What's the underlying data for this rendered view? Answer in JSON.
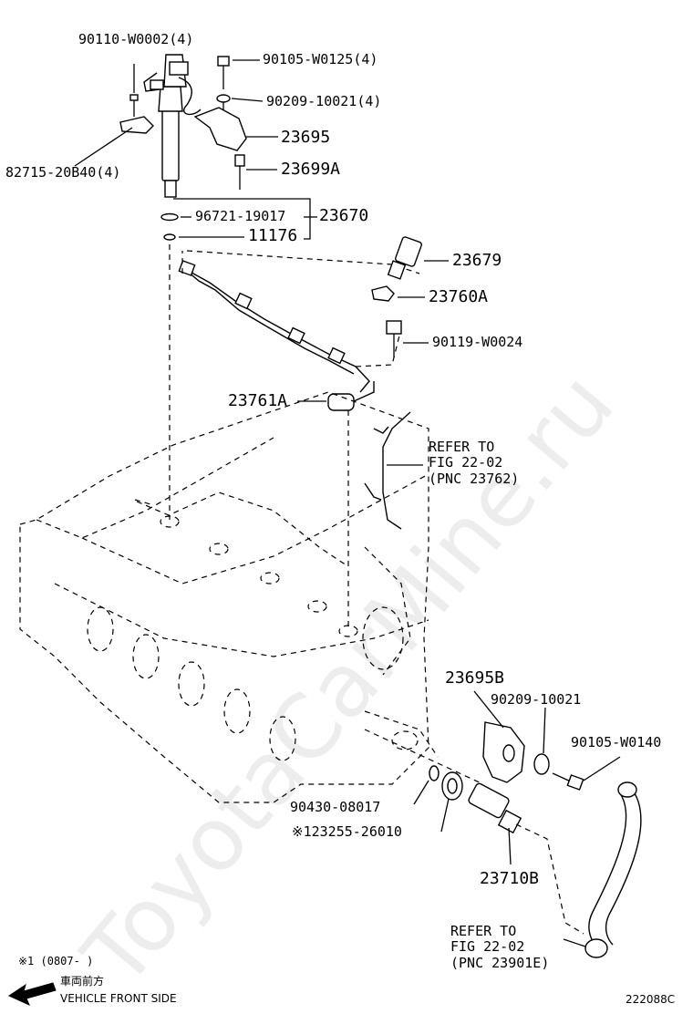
{
  "watermark": "ToyotaCarMine.ru",
  "labels": {
    "p90110": "90110-W0002(4)",
    "p90105a": "90105-W0125(4)",
    "p90209a": "90209-10021(4)",
    "p23695": "23695",
    "p82715": "82715-20B40(4)",
    "p23699A": "23699A",
    "p96721": "96721-19017",
    "p23670": "23670",
    "p11176": "11176",
    "p23679": "23679",
    "p23760A": "23760A",
    "p90119": "90119-W0024",
    "p23761A": "23761A",
    "ref1": "REFER TO\nFIG 22-02\n(PNC 23762)",
    "p23695B": "23695B",
    "p90209b": "90209-10021",
    "p90105b": "90105-W0140",
    "p90430": "90430-08017",
    "p123255": "※123255-26010",
    "p23710B": "23710B",
    "ref2": "REFER TO\nFIG 22-02\n(PNC 23901E)",
    "note1": "※1 (0807-     )",
    "front_jp": "車両前方",
    "front_en": "VEHICLE FRONT SIDE",
    "fig_code": "222088C"
  }
}
